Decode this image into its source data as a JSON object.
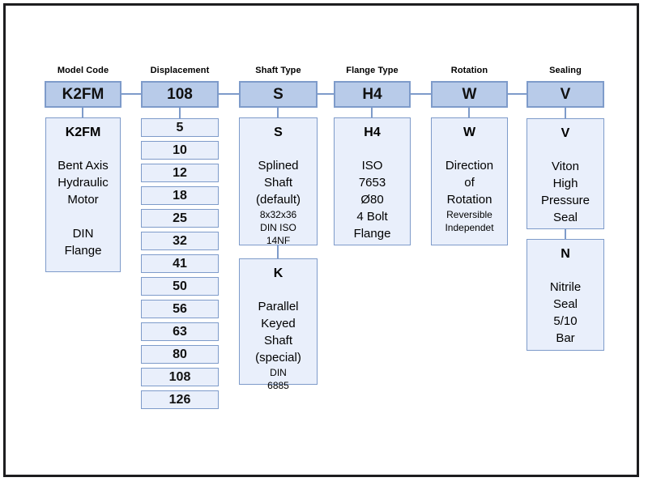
{
  "colors": {
    "background": "#ffffff",
    "frame_border": "#1d1d1f",
    "top_box_fill": "#b8cbe9",
    "top_box_border": "#7e9bca",
    "detail_box_fill": "#e9effb",
    "detail_box_border": "#7e9bca",
    "connector": "#7e9bca",
    "text": "#000000"
  },
  "columns": [
    {
      "header": "Model Code",
      "code": "K2FM",
      "boxes": [
        {
          "title": "K2FM",
          "body": "\nBent Axis\nHydraulic\nMotor\n\nDIN\nFlange"
        }
      ]
    },
    {
      "header": "Displacement",
      "code": "108",
      "options": [
        "5",
        "10",
        "12",
        "18",
        "25",
        "32",
        "41",
        "50",
        "56",
        "63",
        "80",
        "108",
        "126"
      ]
    },
    {
      "header": "Shaft Type",
      "code": "S",
      "boxes": [
        {
          "title": "S",
          "body": "\nSplined\nShaft\n(default)",
          "small": "8x32x36\nDIN ISO\n14NF"
        },
        {
          "title": "K",
          "body": "\nParallel\nKeyed\nShaft\n(special)",
          "small": "DIN\n6885"
        }
      ]
    },
    {
      "header": "Flange Type",
      "code": "H4",
      "boxes": [
        {
          "title": "H4",
          "body": "\nISO\n7653\nØ80\n4 Bolt\nFlange"
        }
      ]
    },
    {
      "header": "Rotation",
      "code": "W",
      "boxes": [
        {
          "title": "W",
          "body": "\nDirection\nof\nRotation",
          "small": "Reversible\nIndependet"
        }
      ]
    },
    {
      "header": "Sealing",
      "code": "V",
      "boxes": [
        {
          "title": "V",
          "body": "\nViton\nHigh\nPressure\nSeal"
        },
        {
          "title": "N",
          "body": "\nNitrile\nSeal\n5/10\nBar"
        }
      ]
    }
  ]
}
